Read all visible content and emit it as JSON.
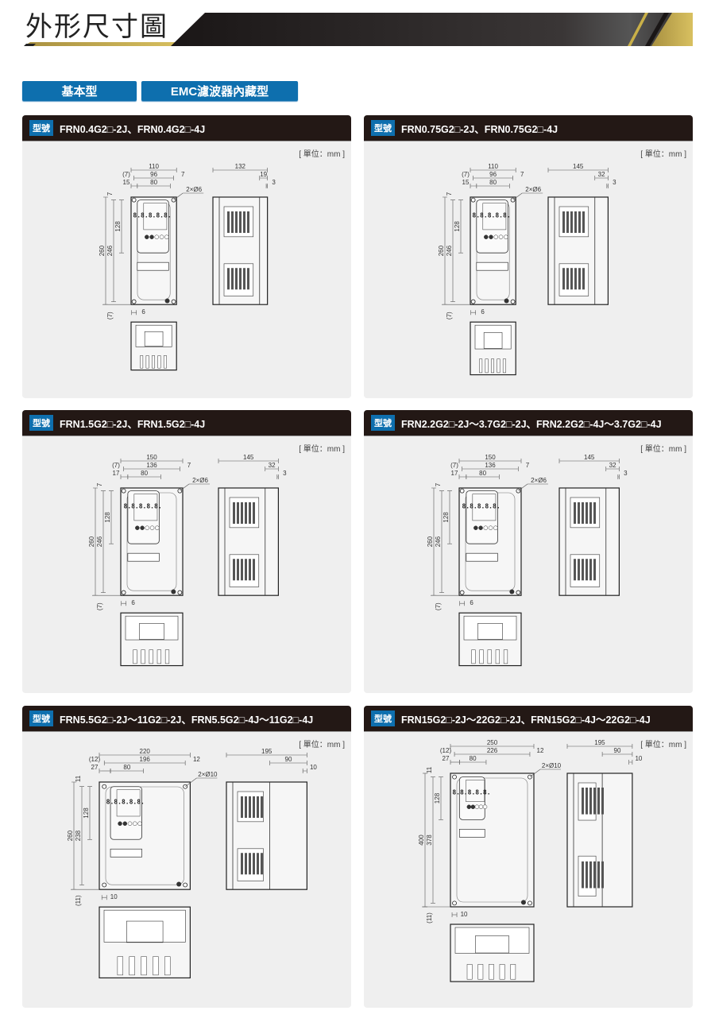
{
  "page_title": "外形尺寸圖",
  "tabs": [
    "基本型",
    "EMC濾波器內藏型"
  ],
  "colors": {
    "accent_blue": "#0e6fae",
    "header_dark": "#231815",
    "gold": "#c9b048",
    "panel_bg": "#efefef"
  },
  "model_badge": "型號",
  "unit_label": "[ 單位：mm ]",
  "panels": [
    {
      "title": "FRN0.4G2□-2J、FRN0.4G2□-4J",
      "dims": {
        "w": "110",
        "lm": "(7)",
        "inner": "96",
        "rm": "7",
        "po": "15",
        "pw": "80",
        "hole": "2×Ø6",
        "tm": "7",
        "ph": "128",
        "h": "260",
        "ih": "246",
        "bm": "(7)",
        "foot": "6",
        "depth": "132",
        "da": "19",
        "db": "3"
      }
    },
    {
      "title": "FRN0.75G2□-2J、FRN0.75G2□-4J",
      "dims": {
        "w": "110",
        "lm": "(7)",
        "inner": "96",
        "rm": "7",
        "po": "15",
        "pw": "80",
        "hole": "2×Ø6",
        "tm": "7",
        "ph": "128",
        "h": "260",
        "ih": "246",
        "bm": "(7)",
        "foot": "6",
        "depth": "145",
        "da": "32",
        "db": "3"
      }
    },
    {
      "title": "FRN1.5G2□-2J、FRN1.5G2□-4J",
      "dims": {
        "w": "150",
        "lm": "(7)",
        "inner": "136",
        "rm": "7",
        "po": "17",
        "pw": "80",
        "hole": "2×Ø6",
        "tm": "7",
        "ph": "128",
        "h": "260",
        "ih": "246",
        "bm": "(7)",
        "foot": "6",
        "depth": "145",
        "da": "32",
        "db": "3"
      }
    },
    {
      "title": "FRN2.2G2□-2J～3.7G2□-2J、FRN2.2G2□-4J～3.7G2□-4J",
      "dims": {
        "w": "150",
        "lm": "(7)",
        "inner": "136",
        "rm": "7",
        "po": "17",
        "pw": "80",
        "hole": "2×Ø6",
        "tm": "7",
        "ph": "128",
        "h": "260",
        "ih": "246",
        "bm": "(7)",
        "foot": "6",
        "depth": "145",
        "da": "32",
        "db": "3"
      }
    },
    {
      "title": "FRN5.5G2□-2J～11G2□-2J、FRN5.5G2□-4J～11G2□-4J",
      "dims": {
        "w": "220",
        "lm": "(12)",
        "inner": "196",
        "rm": "12",
        "po": "27",
        "pw": "80",
        "hole": "2×Ø10",
        "tm": "11",
        "ph": "128",
        "h": "260",
        "ih": "238",
        "bm": "(11)",
        "foot": "10",
        "depth": "195",
        "da": "90",
        "db": "10"
      }
    },
    {
      "title": "FRN15G2□-2J～22G2□-2J、FRN15G2□-4J～22G2□-4J",
      "dims": {
        "w": "250",
        "lm": "(12)",
        "inner": "226",
        "rm": "12",
        "po": "27",
        "pw": "80",
        "hole": "2×Ø10",
        "tm": "11",
        "ph": "128",
        "h": "400",
        "ih": "378",
        "bm": "(11)",
        "foot": "10",
        "depth": "195",
        "da": "90",
        "db": "10"
      }
    }
  ]
}
